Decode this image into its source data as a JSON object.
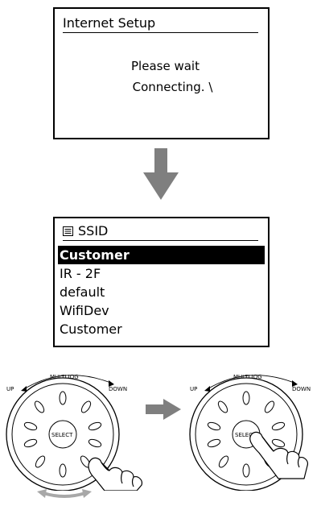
{
  "screen1": {
    "title": "Internet Setup",
    "line1": "Please wait",
    "line2": "Connecting. \\"
  },
  "screen2": {
    "title": "SSID",
    "title_icon": "list-icon",
    "items": [
      {
        "label": "Customer",
        "selected": true
      },
      {
        "label": "IR - 2F",
        "selected": false
      },
      {
        "label": "default",
        "selected": false
      },
      {
        "label": "WifiDev",
        "selected": false
      },
      {
        "label": "Customer",
        "selected": false
      }
    ]
  },
  "knob": {
    "label": "MULTI JOG",
    "up": "UP",
    "down": "DOWN",
    "select": "SELECT"
  },
  "colors": {
    "arrow": "#7f7f7f",
    "swing_arrow": "#a8a8a8",
    "highlight": "#000000"
  }
}
